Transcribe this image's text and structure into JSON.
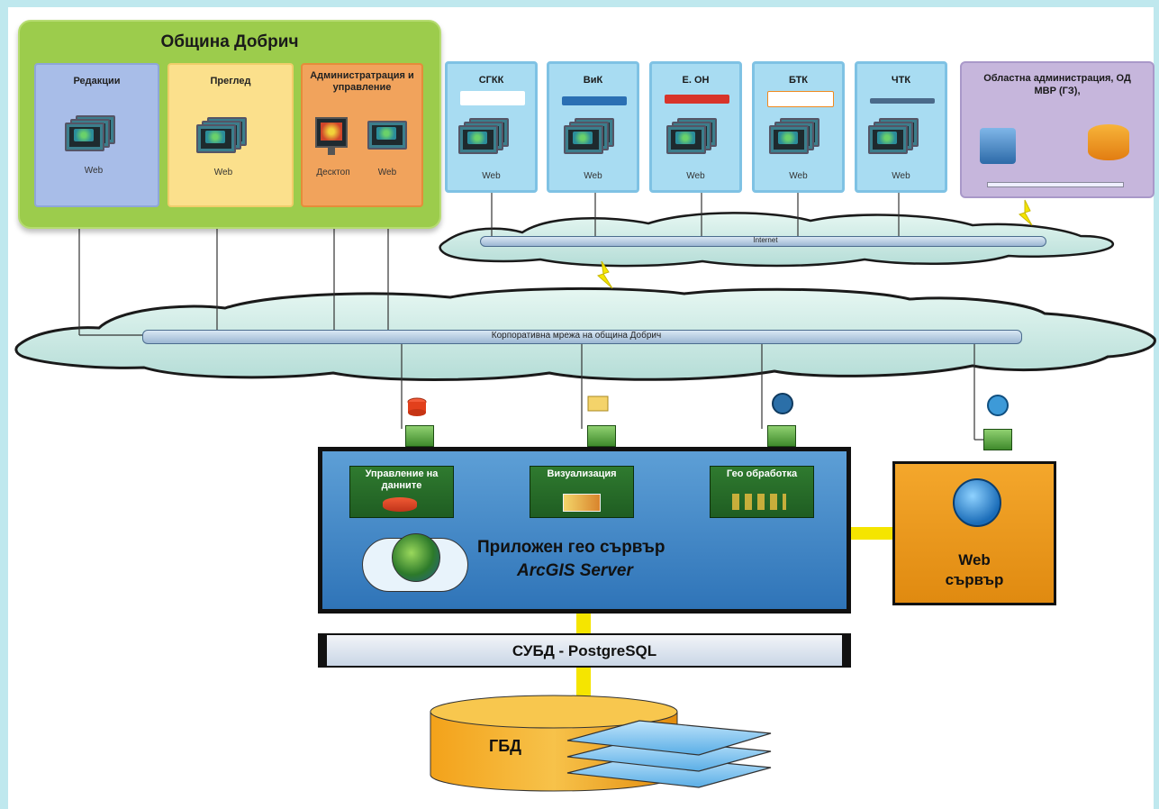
{
  "municipality": {
    "title": "Община Добрич",
    "panels": [
      {
        "title": "Редакции",
        "web_label": "Web"
      },
      {
        "title": "Преглед",
        "web_label": "Web"
      },
      {
        "title": "Администратрация и управление",
        "desktop_label": "Десктоп",
        "web_label": "Web"
      }
    ]
  },
  "external_orgs": [
    {
      "title": "СГКК",
      "web_label": "Web"
    },
    {
      "title": "ВиК",
      "web_label": "Web"
    },
    {
      "title": "Е. ОН",
      "web_label": "Web"
    },
    {
      "title": "БТК",
      "web_label": "Web"
    },
    {
      "title": "ЧТК",
      "web_label": "Web"
    }
  ],
  "regional": {
    "title": "Областна администрация, ОД МВР (ГЗ),"
  },
  "networks": {
    "internet": "Internet",
    "corporate": "Корпоративна мрежа на община Добрич"
  },
  "server": {
    "modules": [
      "Управление на данните",
      "Визуализация",
      "Гео обработка"
    ],
    "title": "Приложен гео сървър",
    "subtitle": "ArcGIS Server"
  },
  "web_server": {
    "title": "Web сървър"
  },
  "dbms": {
    "title": "СУБД - PostgreSQL"
  },
  "database": {
    "title": "ГБД"
  },
  "colors": {
    "municipality_bg": "#9ccc4c",
    "org_bg": "#a8dcf2",
    "regional_bg": "#c6b6dc",
    "server_bg": "#2f74b8",
    "webserver_bg": "#f4a72c",
    "connector": "#f5e500"
  }
}
